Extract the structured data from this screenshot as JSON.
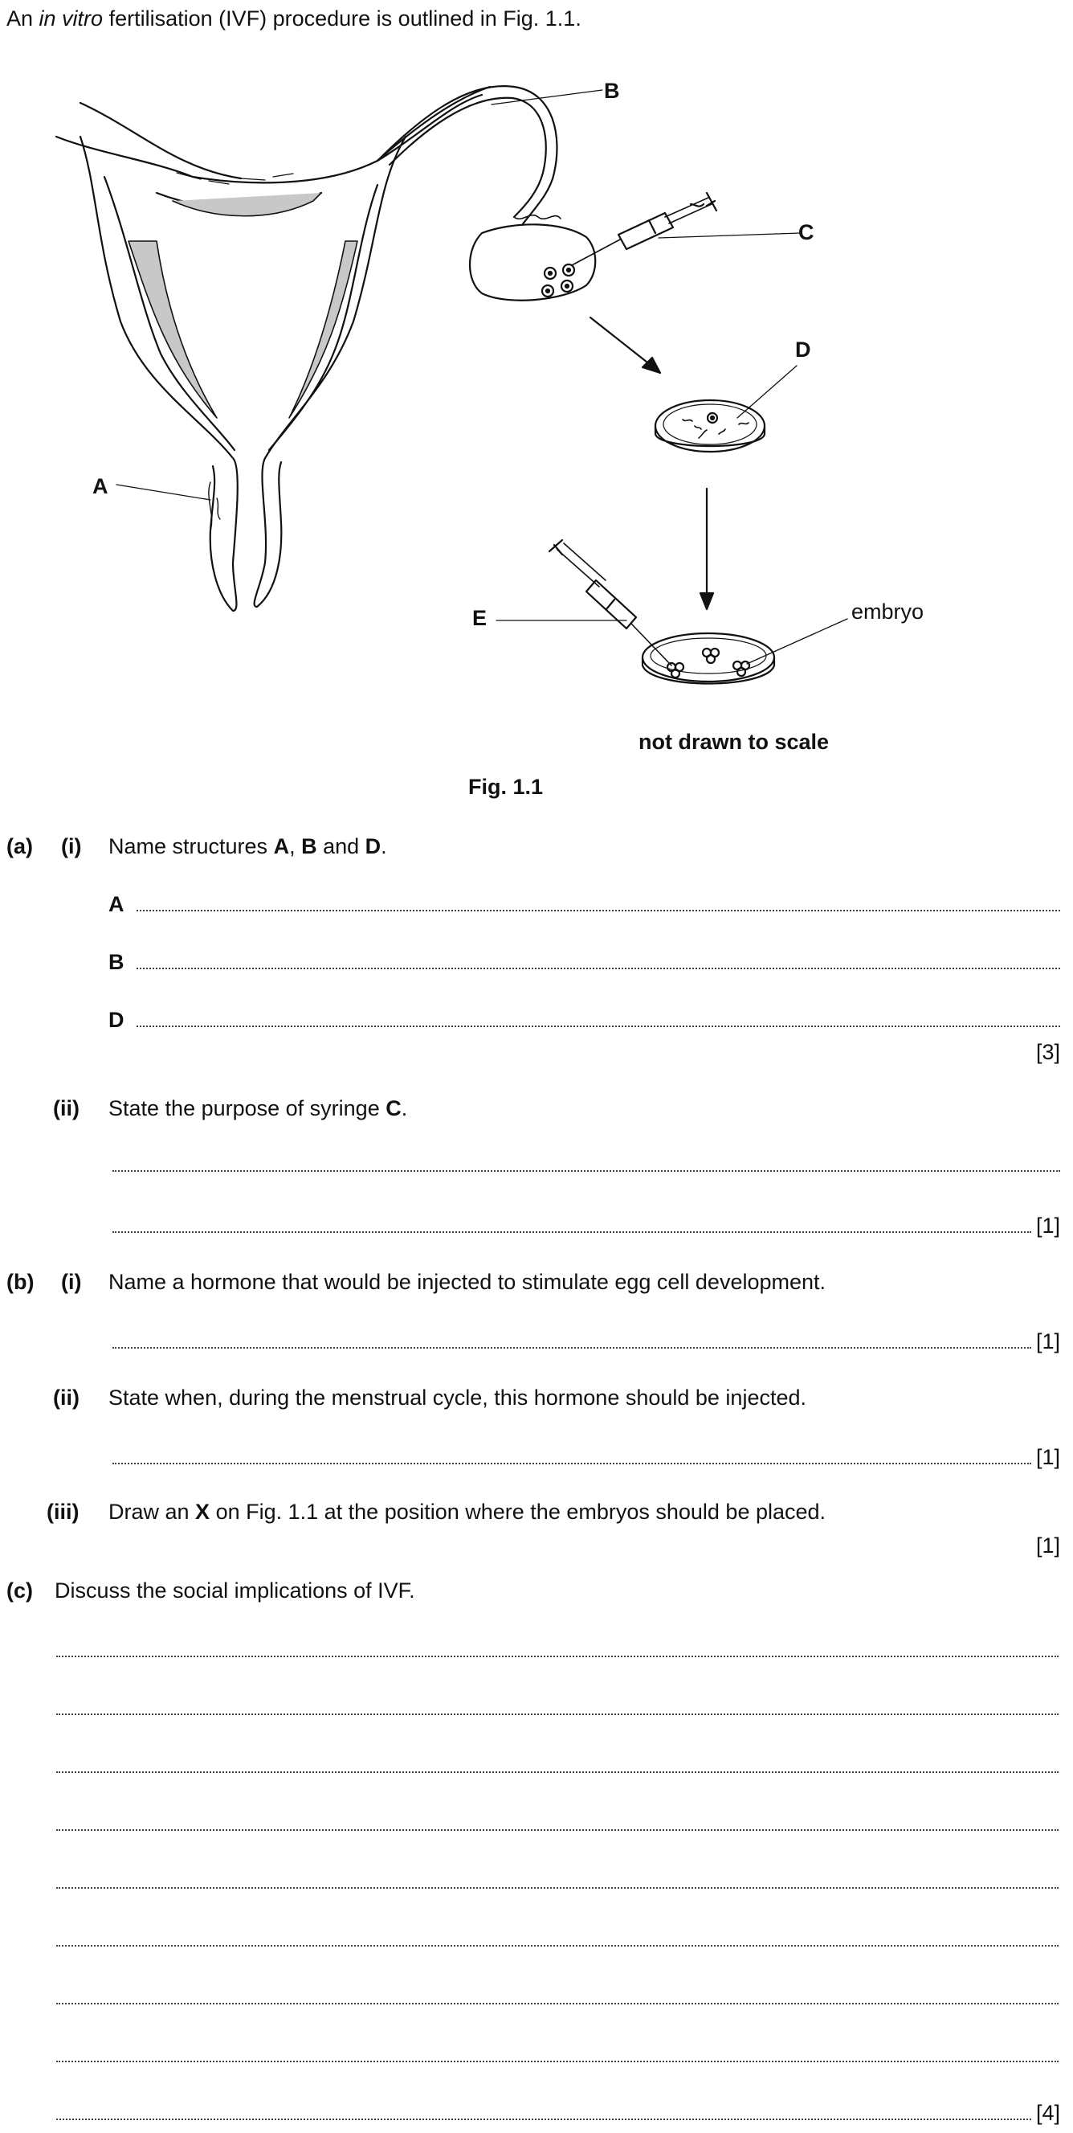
{
  "intro": {
    "pre": "An ",
    "italic": "in vitro",
    "post": " fertilisation (IVF) procedure is outlined in Fig. 1.1."
  },
  "figure": {
    "labels": {
      "A": "A",
      "B": "B",
      "C": "C",
      "D": "D",
      "E": "E",
      "embryo": "embryo"
    },
    "note": "not drawn to scale",
    "caption": "Fig. 1.1"
  },
  "part_a": {
    "tag": "(a)",
    "i": {
      "num": "(i)",
      "q_pre": "Name structures ",
      "q_A": "A",
      "q_mid1": ", ",
      "q_B": "B",
      "q_mid2": " and ",
      "q_D": "D",
      "q_end": ".",
      "answer_labels": [
        "A",
        "B",
        "D"
      ],
      "marks": "[3]"
    },
    "ii": {
      "num": "(ii)",
      "q_pre": "State the purpose of syringe ",
      "q_C": "C",
      "q_end": ".",
      "marks": "[1]"
    }
  },
  "part_b": {
    "tag": "(b)",
    "i": {
      "num": "(i)",
      "question": "Name a hormone that would be injected to stimulate egg cell development.",
      "marks": "[1]"
    },
    "ii": {
      "num": "(ii)",
      "question": "State when, during the menstrual cycle, this hormone should be injected.",
      "marks": "[1]"
    },
    "iii": {
      "num": "(iii)",
      "q_pre": "Draw an ",
      "q_X": "X",
      "q_post": " on Fig. 1.1 at the position where the embryos should be placed.",
      "marks": "[1]"
    }
  },
  "part_c": {
    "tag": "(c)",
    "question": "Discuss the social implications of IVF.",
    "marks": "[4]"
  }
}
